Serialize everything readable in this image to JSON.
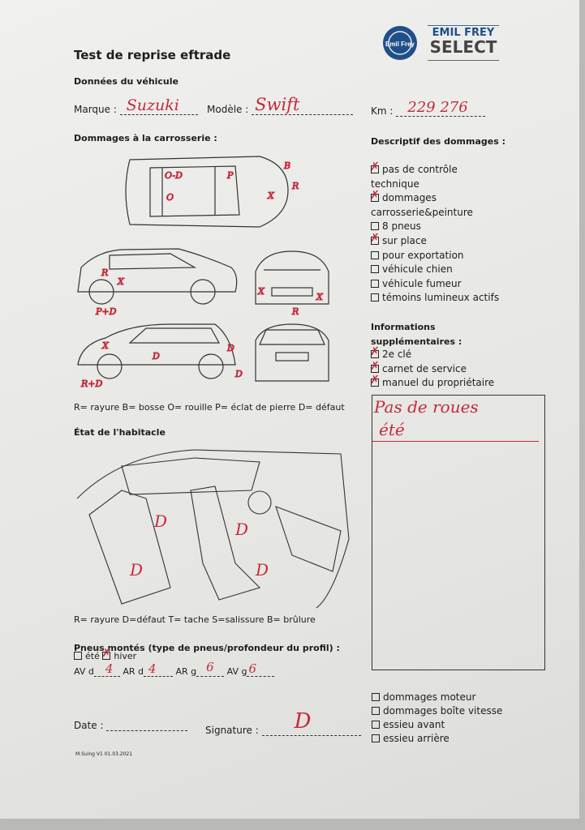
{
  "header": {
    "title": "Test de reprise eftrade",
    "logo_text": "Emil Frey",
    "brand_line1": "EMIL FREY",
    "brand_line2": "SELECT"
  },
  "vehicle": {
    "section": "Données du véhicule",
    "marque_label": "Marque :",
    "marque_value": "Suzuki",
    "modele_label": "Modèle :",
    "modele_value": "Swift",
    "km_label": "Km :",
    "km_value": "229 276"
  },
  "body": {
    "section": "Dommages à la carrosserie :",
    "legend": "R= rayure B= bosse O= rouille P= éclat de pierre D= défaut",
    "marks": [
      "O-D",
      "O",
      "P",
      "X",
      "B",
      "R",
      "X",
      "P+D",
      "R",
      "X",
      "R",
      "D",
      "D",
      "R+D",
      "D",
      "X",
      "X"
    ]
  },
  "interior": {
    "section": "État de l'habitacle",
    "legend": "R= rayure D=défaut T= tache S=salissure B= brûlure",
    "marks": [
      "D",
      "D",
      "D",
      "D"
    ]
  },
  "damages": {
    "section": "Descriptif des dommages :",
    "items": [
      {
        "label": "pas de contrôle technique",
        "checked": true
      },
      {
        "label": "dommages carrosserie&peinture",
        "checked": true
      },
      {
        "label": "8 pneus",
        "checked": false
      },
      {
        "label": "sur place",
        "checked": true
      },
      {
        "label": "pour exportation",
        "checked": false
      },
      {
        "label": "véhicule chien",
        "checked": false
      },
      {
        "label": "véhicule fumeur",
        "checked": false
      },
      {
        "label": "témoins lumineux actifs",
        "checked": false
      }
    ]
  },
  "extra": {
    "section1": "Informations",
    "section2": "supplémentaires :",
    "items": [
      {
        "label": "2e clé",
        "checked": true
      },
      {
        "label": "carnet de service",
        "checked": true
      },
      {
        "label": "manuel du propriétaire",
        "checked": true
      }
    ],
    "note1": "Pas de roues",
    "note2": "été"
  },
  "tires": {
    "section": "Pneus montés (type de pneus/profondeur du profil) :",
    "ete": "été",
    "hiver": "hiver",
    "ete_checked": false,
    "hiver_checked": true,
    "avd_label": "AV d",
    "avd": "4",
    "ard_label": "AR d",
    "ard": "4",
    "arg_label": "AR g",
    "arg": "6",
    "avg_label": "AV g",
    "avg": "6"
  },
  "bottom_checks": [
    {
      "label": "dommages moteur",
      "checked": false
    },
    {
      "label": "dommages boîte vitesse",
      "checked": false
    },
    {
      "label": "essieu avant",
      "checked": false
    },
    {
      "label": "essieu arrière",
      "checked": false
    }
  ],
  "footer": {
    "date_label": "Date :",
    "signature_label": "Signature :",
    "signature": "D",
    "version": "M.Suing V1 01.03.2021"
  }
}
